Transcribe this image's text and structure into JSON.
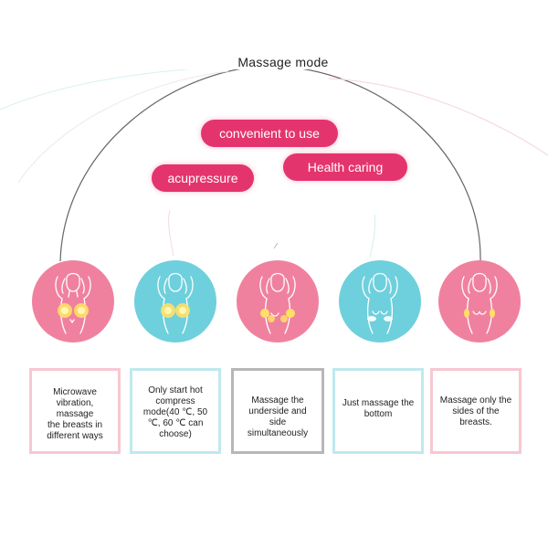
{
  "title": "Massage mode",
  "features": {
    "convenient": "convenient to use",
    "acupressure": "acupressure",
    "health": "Health caring"
  },
  "modes": [
    {
      "description": "Microwave\nvibration, massage\nthe breasts in\ndifferent ways",
      "color": "#f0819e",
      "icon": "woman-breast-massage-icon"
    },
    {
      "description": "Only start hot\ncompress\nmode(40 ℃, 50\n℃, 60 ℃ can\nchoose)",
      "color": "#6ed0dc",
      "icon": "woman-breast-massage-icon"
    },
    {
      "description": "Massage the\nunderside and side\nsimultaneously",
      "color": "#f0819e",
      "icon": "woman-breast-massage-icon"
    },
    {
      "description": "Just massage the\nbottom",
      "color": "#6ed0dc",
      "icon": "woman-breast-massage-icon"
    },
    {
      "description": "Massage only the\nsides of the breasts.",
      "color": "#f0819e",
      "icon": "woman-breast-massage-icon"
    }
  ],
  "colors": {
    "pink": "#f0819e",
    "cyan": "#6ed0dc",
    "accent": "#e4346e"
  }
}
